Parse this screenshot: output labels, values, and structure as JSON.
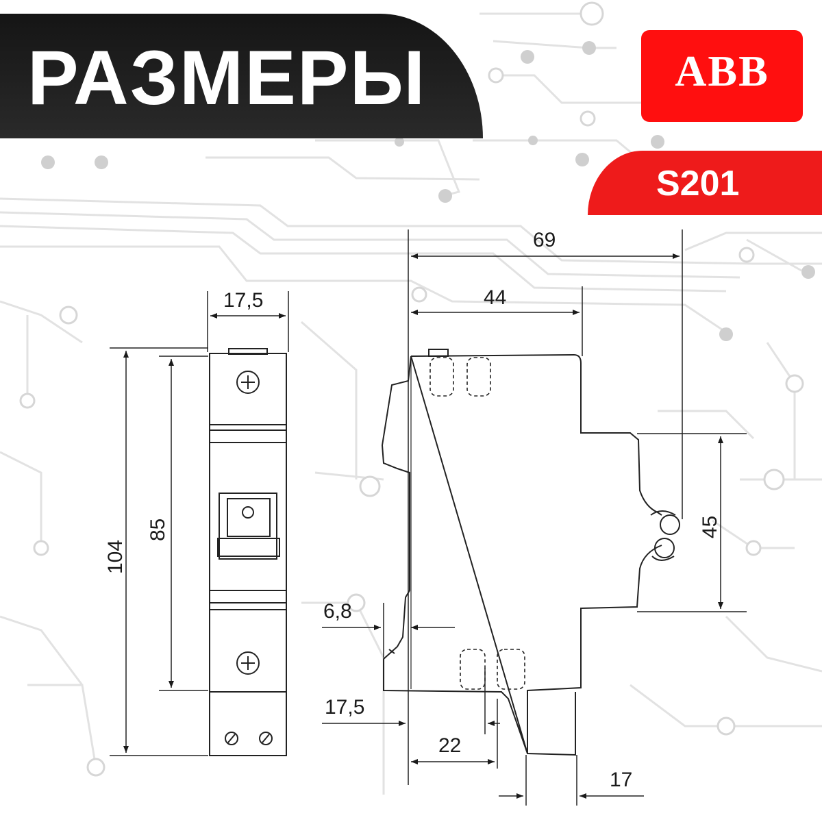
{
  "header": {
    "title": "РАЗМЕРЫ"
  },
  "brand": {
    "logo_text": "ABB",
    "color": "#ff0f0f"
  },
  "model": {
    "name": "S201",
    "color": "#ee1b1b"
  },
  "front_view": {
    "width_label": "17,5",
    "height_total_label": "104",
    "height_inner_label": "85"
  },
  "side_view": {
    "depth_total_label": "69",
    "depth_body_label": "44",
    "terminal_height_label": "45",
    "offset_small_label": "6,8",
    "rail_half_label": "17,5",
    "bottom_depth_label": "22",
    "clip_depth_label": "17"
  },
  "colors": {
    "background": "#ffffff",
    "header_bg": "#1c1c1c",
    "circuit_lines": "#d9d9d9",
    "drawing_lines": "#222222"
  }
}
